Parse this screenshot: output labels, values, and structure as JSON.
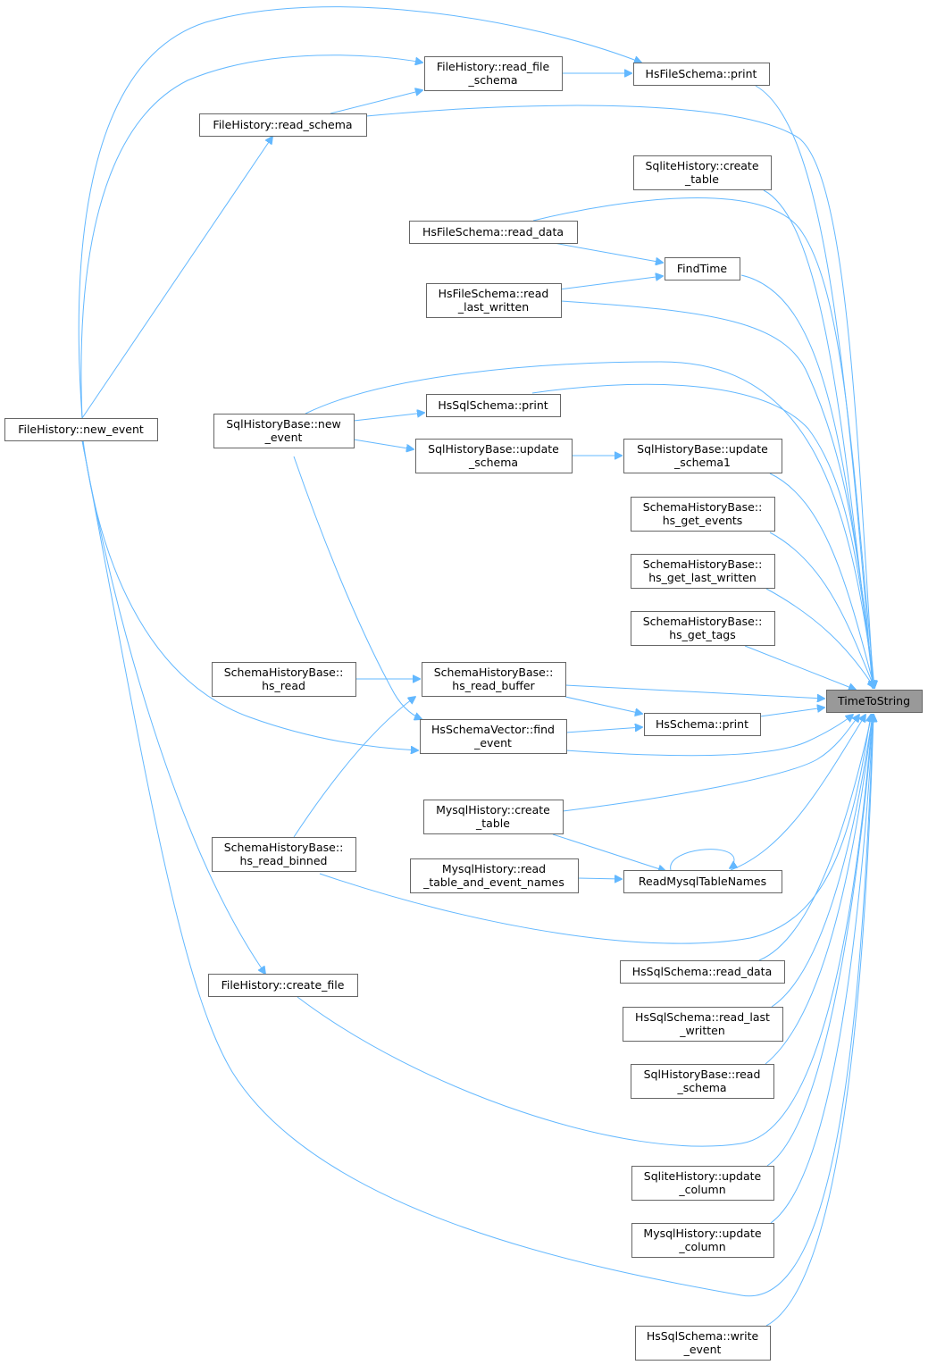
{
  "nodes": [
    {
      "id": "root",
      "lines": [
        "TimeToString"
      ],
      "root": true
    },
    {
      "id": "fh_new_event",
      "lines": [
        "FileHistory::new_event"
      ]
    },
    {
      "id": "fh_read_schema",
      "lines": [
        "FileHistory::read_schema"
      ]
    },
    {
      "id": "fh_read_file_schema",
      "lines": [
        "FileHistory::read_file",
        "_schema"
      ]
    },
    {
      "id": "hfs_print",
      "lines": [
        "HsFileSchema::print"
      ]
    },
    {
      "id": "sqlite_create_table",
      "lines": [
        "SqliteHistory::create",
        "_table"
      ]
    },
    {
      "id": "hfs_read_data",
      "lines": [
        "HsFileSchema::read_data"
      ]
    },
    {
      "id": "findtime",
      "lines": [
        "FindTime"
      ]
    },
    {
      "id": "hfs_read_last_written",
      "lines": [
        "HsFileSchema::read",
        "_last_written"
      ]
    },
    {
      "id": "shb_new_event",
      "lines": [
        "SqlHistoryBase::new",
        "_event"
      ]
    },
    {
      "id": "hss_print",
      "lines": [
        "HsSqlSchema::print"
      ]
    },
    {
      "id": "shb_update_schema",
      "lines": [
        "SqlHistoryBase::update",
        "_schema"
      ]
    },
    {
      "id": "shb_update_schema1",
      "lines": [
        "SqlHistoryBase::update",
        "_schema1"
      ]
    },
    {
      "id": "schb_hs_get_events",
      "lines": [
        "SchemaHistoryBase::",
        "hs_get_events"
      ]
    },
    {
      "id": "schb_hs_get_last_written",
      "lines": [
        "SchemaHistoryBase::",
        "hs_get_last_written"
      ]
    },
    {
      "id": "schb_hs_get_tags",
      "lines": [
        "SchemaHistoryBase::",
        "hs_get_tags"
      ]
    },
    {
      "id": "schb_hs_read",
      "lines": [
        "SchemaHistoryBase::",
        "hs_read"
      ]
    },
    {
      "id": "schb_hs_read_buffer",
      "lines": [
        "SchemaHistoryBase::",
        "hs_read_buffer"
      ]
    },
    {
      "id": "hsv_find_event",
      "lines": [
        "HsSchemaVector::find",
        "_event"
      ]
    },
    {
      "id": "hs_print",
      "lines": [
        "HsSchema::print"
      ]
    },
    {
      "id": "mysql_create_table",
      "lines": [
        "MysqlHistory::create",
        "_table"
      ]
    },
    {
      "id": "schb_hs_read_binned",
      "lines": [
        "SchemaHistoryBase::",
        "hs_read_binned"
      ]
    },
    {
      "id": "mysql_read_table_event",
      "lines": [
        "MysqlHistory::read",
        "_table_and_event_names"
      ]
    },
    {
      "id": "read_mysql_table_names",
      "lines": [
        "ReadMysqlTableNames"
      ]
    },
    {
      "id": "hss_read_data",
      "lines": [
        "HsSqlSchema::read_data"
      ]
    },
    {
      "id": "fh_create_file",
      "lines": [
        "FileHistory::create_file"
      ]
    },
    {
      "id": "hss_read_last_written",
      "lines": [
        "HsSqlSchema::read_last",
        "_written"
      ]
    },
    {
      "id": "shb_read_schema",
      "lines": [
        "SqlHistoryBase::read",
        "_schema"
      ]
    },
    {
      "id": "sqlite_update_column",
      "lines": [
        "SqliteHistory::update",
        "_column"
      ]
    },
    {
      "id": "mysql_update_column",
      "lines": [
        "MysqlHistory::update",
        "_column"
      ]
    },
    {
      "id": "hss_write_event",
      "lines": [
        "HsSqlSchema::write",
        "_event"
      ]
    }
  ],
  "edges": [
    [
      "hfs_print",
      "root"
    ],
    [
      "fh_read_file_schema",
      "hfs_print"
    ],
    [
      "fh_read_schema",
      "fh_read_file_schema"
    ],
    [
      "fh_new_event",
      "fh_read_file_schema"
    ],
    [
      "fh_new_event",
      "hfs_print"
    ],
    [
      "fh_read_schema",
      "root"
    ],
    [
      "fh_new_event",
      "fh_read_schema"
    ],
    [
      "sqlite_create_table",
      "root"
    ],
    [
      "hfs_read_data",
      "root"
    ],
    [
      "hfs_read_data",
      "findtime"
    ],
    [
      "hfs_read_last_written",
      "findtime"
    ],
    [
      "findtime",
      "root"
    ],
    [
      "hfs_read_last_written",
      "root"
    ],
    [
      "shb_new_event",
      "root"
    ],
    [
      "hss_print",
      "root"
    ],
    [
      "shb_new_event",
      "hss_print"
    ],
    [
      "shb_new_event",
      "shb_update_schema"
    ],
    [
      "shb_update_schema",
      "shb_update_schema1"
    ],
    [
      "shb_update_schema1",
      "root"
    ],
    [
      "schb_hs_get_events",
      "root"
    ],
    [
      "schb_hs_get_last_written",
      "root"
    ],
    [
      "schb_hs_get_tags",
      "root"
    ],
    [
      "schb_hs_read",
      "schb_hs_read_buffer"
    ],
    [
      "schb_hs_read_buffer",
      "root"
    ],
    [
      "schb_hs_read_buffer",
      "hs_print"
    ],
    [
      "hs_print",
      "root"
    ],
    [
      "hsv_find_event",
      "hs_print"
    ],
    [
      "hsv_find_event",
      "root"
    ],
    [
      "shb_new_event",
      "hsv_find_event"
    ],
    [
      "fh_new_event",
      "hsv_find_event"
    ],
    [
      "schb_hs_read_binned",
      "schb_hs_read_buffer"
    ],
    [
      "mysql_create_table",
      "root"
    ],
    [
      "mysql_create_table",
      "read_mysql_table_names"
    ],
    [
      "mysql_read_table_event",
      "read_mysql_table_names"
    ],
    [
      "read_mysql_table_names",
      "read_mysql_table_names"
    ],
    [
      "read_mysql_table_names",
      "root"
    ],
    [
      "schb_hs_read_binned",
      "root"
    ],
    [
      "hss_read_data",
      "root"
    ],
    [
      "fh_new_event",
      "fh_create_file"
    ],
    [
      "fh_create_file",
      "root"
    ],
    [
      "hss_read_last_written",
      "root"
    ],
    [
      "shb_read_schema",
      "root"
    ],
    [
      "sqlite_update_column",
      "root"
    ],
    [
      "mysql_update_column",
      "root"
    ],
    [
      "fh_new_event",
      "root"
    ],
    [
      "hss_write_event",
      "root"
    ]
  ],
  "colors": {
    "edge": "#63b8ff",
    "node_border": "#666666",
    "root_fill": "#999999"
  }
}
